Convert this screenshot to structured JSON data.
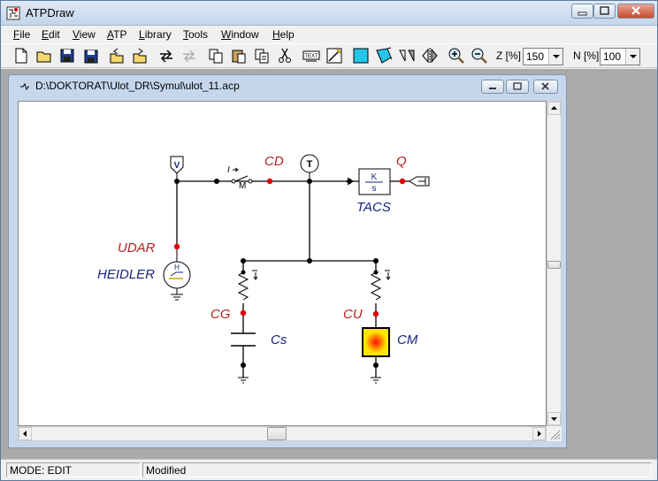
{
  "app": {
    "title": "ATPDraw"
  },
  "menu": [
    {
      "pre": "",
      "ul": "F",
      "post": "ile"
    },
    {
      "pre": "",
      "ul": "E",
      "post": "dit"
    },
    {
      "pre": "",
      "ul": "V",
      "post": "iew"
    },
    {
      "pre": "",
      "ul": "A",
      "post": "TP"
    },
    {
      "pre": "",
      "ul": "L",
      "post": "ibrary"
    },
    {
      "pre": "",
      "ul": "T",
      "post": "ools"
    },
    {
      "pre": "",
      "ul": "W",
      "post": "indow"
    },
    {
      "pre": "",
      "ul": "H",
      "post": "elp"
    }
  ],
  "toolbar": {
    "zoom_label": "Z [%]",
    "zoom_value": "150",
    "node_label": "N [%]",
    "node_value": "100",
    "text_button": "TEXT",
    "icons": [
      "new-file-icon",
      "open-folder-icon",
      "save-icon",
      "save-all-icon",
      "import-icon",
      "export-icon",
      "undo-icon",
      "redo-icon",
      "copy-icon",
      "paste-icon",
      "duplicate-icon",
      "cut-icon",
      "text-icon",
      "edit-line-icon",
      "select-rect-icon",
      "select-polygon-icon",
      "rotate-icon",
      "flip-icon",
      "zoom-in-icon",
      "zoom-out-icon"
    ]
  },
  "document": {
    "title": "D:\\DOKTORAT\\Ulot_DR\\Symul\\ulot_11.acp"
  },
  "circuit": {
    "probe_v": "V",
    "probe_t": "T",
    "switch_i": "I",
    "switch_m": "M",
    "tacs_k": "K",
    "tacs_s": "s",
    "source_h": "H",
    "labels": {
      "cd": "CD",
      "q": "Q",
      "tacs": "TACS",
      "udar": "UDAR",
      "heidler": "HEIDLER",
      "cg": "CG",
      "cu": "CU",
      "cs": "Cs",
      "cm": "CM"
    }
  },
  "status": {
    "mode": "MODE: EDIT",
    "state": "Modified"
  },
  "colors": {
    "node_label": "#b22222",
    "comp_label": "#1a237e",
    "wire": "#000000",
    "node_dot": "#e00000"
  }
}
